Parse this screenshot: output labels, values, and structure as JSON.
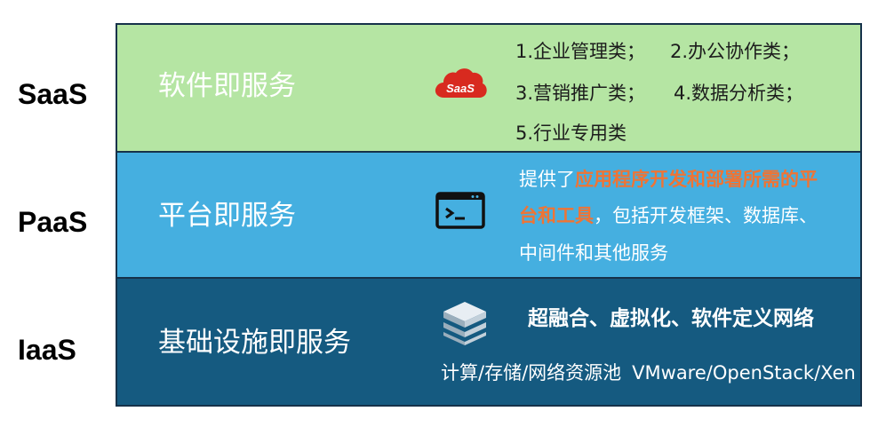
{
  "side_labels": {
    "saas": "SaaS",
    "paas": "PaaS",
    "iaas": "IaaS"
  },
  "layers": {
    "saas": {
      "title": "软件即服务",
      "icon": "saas-cloud-icon",
      "icon_text": "SaaS",
      "color": "#b5e5a3",
      "items": [
        "1.企业管理类；",
        "2.办公协作类；",
        "3.营销推广类；",
        "4.数据分析类；",
        "5.行业专用类"
      ]
    },
    "paas": {
      "title": "平台即服务",
      "icon": "terminal-window-icon",
      "color": "#45afe0",
      "desc_prefix": "提供了",
      "desc_highlight_1": "应用程序开发和部署所需的平",
      "desc_highlight_2": "台和工具",
      "desc_suffix_1": "，包括开发框架、数据库、",
      "desc_line_3": "中间件和其他服务"
    },
    "iaas": {
      "title": "基础设施即服务",
      "icon": "server-stack-icon",
      "color": "#155a80",
      "headline": "超融合、虚拟化、软件定义网络",
      "sub_cn": "计算/存储/网络资源池",
      "sub_en": "VMware/OpenStack/Xen"
    }
  },
  "colors": {
    "highlight": "#ef7434",
    "border": "#16324a"
  }
}
